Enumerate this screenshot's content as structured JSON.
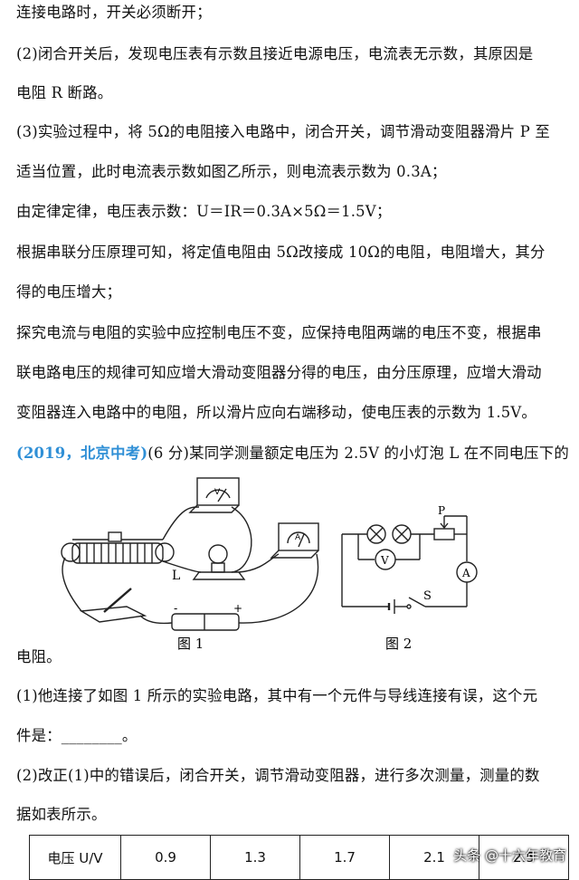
{
  "lines": [
    "连接电路时，开关必须断开；",
    "(2)闭合开关后，发现电压表有示数且接近电源电压，电流表无示数，其原因是",
    "电阻 R 断路。",
    "(3)实验过程中，将 5Ω的电阻接入电路中，闭合开关，调节滑动变阻器滑片 P 至",
    "适当位置，此时电流表示数如图乙所示，则电流表示数为 0.3A；",
    "由定律定律，电压表示数：U＝IR＝0.3A×5Ω＝1.5V；",
    "根据串联分压原理可知，将定值电阻由 5Ω改接成 10Ω的电阻，电阻增大，其分",
    "得的电压增大；",
    "探究电流与电阻的实验中应控制电压不变，应保持电阻两端的电压不变，根据串",
    "联电路电压的规律可知应增大滑动变阻器分得的电压，由分压原理，应增大滑动",
    "变阻器连入电路中的电阻，所以滑片应向右端移动，使电压表的示数为 1.5V。"
  ],
  "question": {
    "source": "(2019，北京中考)",
    "text": "(6 分)某同学测量额定电压为 2.5V 的小灯泡 L 在不同电压下的"
  },
  "after_fig": {
    "line1": "电阻。",
    "line2": "(1)他连接了如图 1 所示的实验电路，其中有一个元件与导线连接有误，这个元",
    "line3": "件是：________。",
    "line4": "(2)改正(1)中的错误后，闭合开关，调节滑动变阻器，进行多次测量，测量的数",
    "line5": "据如表所示。"
  },
  "figure": {
    "fig1_caption": "图 1",
    "fig2_caption": "图 2",
    "label_L": "L",
    "label_V": "V",
    "label_A": "A",
    "label_P": "P",
    "label_S": "S",
    "minus": "-",
    "plus": "+"
  },
  "table": {
    "header": "电压 U/V",
    "values": [
      "0.9",
      "1.3",
      "1.7",
      "2.1",
      "2.5"
    ]
  },
  "watermark": "头条 @十六年教育"
}
